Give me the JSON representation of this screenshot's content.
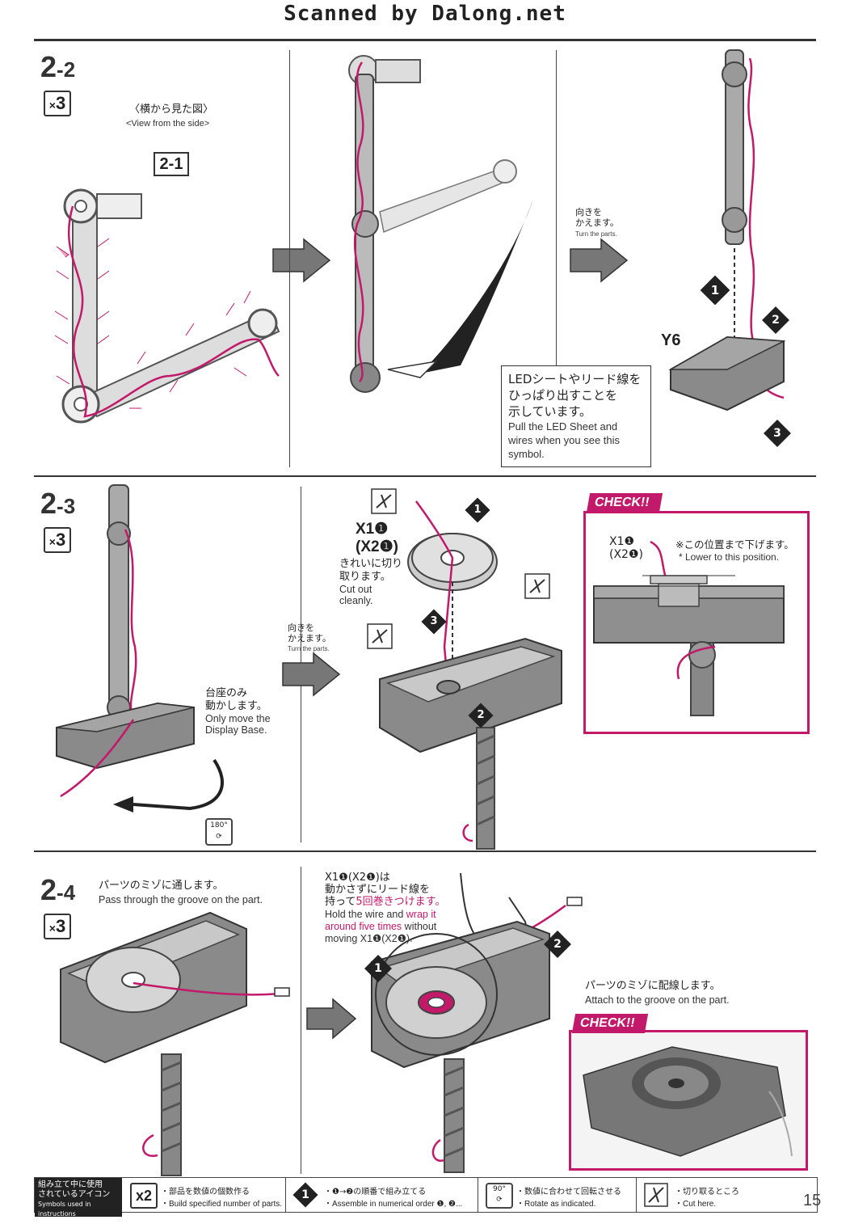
{
  "watermark": "Scanned by Dalong.net",
  "colors": {
    "accent": "#c2196b",
    "parts_grey": "#7a7a7a",
    "ink": "#222222"
  },
  "steps": {
    "s22": {
      "number_main": "2",
      "number_sub": "-2",
      "multiplier": "3",
      "view_jp": "〈横から見た図〉",
      "view_en": "<View from the side>",
      "ref_label": "2-1",
      "turn_jp_1": "向きを",
      "turn_jp_2": "かえます。",
      "turn_en": "Turn the parts.",
      "part_label": "Y6",
      "callout_jp_1": "LEDシートやリード線を",
      "callout_jp_2": "ひっぱり出すことを",
      "callout_jp_3": "示しています。",
      "callout_en_1": "Pull the LED Sheet and",
      "callout_en_2": "wires when you see this",
      "callout_en_3": "symbol.",
      "markers": [
        "1",
        "2",
        "3"
      ]
    },
    "s23": {
      "number_main": "2",
      "number_sub": "-3",
      "multiplier": "3",
      "base_jp_1": "台座のみ",
      "base_jp_2": "動かします。",
      "base_en_1": "Only move the",
      "base_en_2": "Display Base.",
      "rotate_label": "180°",
      "turn_jp_1": "向きを",
      "turn_jp_2": "かえます。",
      "turn_en": "Turn the parts.",
      "part_x1": "X1❶",
      "part_x2": "(X2❶)",
      "cut_jp_1": "きれいに切り",
      "cut_jp_2": "取ります。",
      "cut_en_1": "Cut out",
      "cut_en_2": "cleanly.",
      "check_tag": "CHECK!!",
      "check_x1": "X1❶",
      "check_x2": "(X2❶)",
      "check_jp": "※この位置まで下げます。",
      "check_en": "* Lower to this position.",
      "markers": [
        "1",
        "2",
        "3"
      ]
    },
    "s24": {
      "number_main": "2",
      "number_sub": "-4",
      "multiplier": "3",
      "groove_jp": "パーツのミゾに通します。",
      "groove_en": "Pass through the groove on the part.",
      "wrap_jp_1": "X1❶(X2❶)は",
      "wrap_jp_2": "動かさずにリード線を",
      "wrap_jp_3a": "持って",
      "wrap_jp_3b": "5回巻きつけます。",
      "wrap_en_1a": "Hold the wire and ",
      "wrap_en_1b": "wrap it",
      "wrap_en_2a": "around five times",
      "wrap_en_2b": " without",
      "wrap_en_3": "moving X1❶(X2❶).",
      "attach_jp": "パーツのミゾに配線します。",
      "attach_en": "Attach to the groove on the part.",
      "check_tag": "CHECK!!",
      "markers": [
        "1",
        "2"
      ]
    }
  },
  "footer": {
    "legend_jp_1": "組み立て中に使用",
    "legend_jp_2": "されているアイコン",
    "legend_en": "Symbols used in instructions",
    "items": [
      {
        "icon": "x2",
        "jp": "・部品を数値の個数作る",
        "en": "・Build specified number of parts."
      },
      {
        "icon": "1",
        "jp": "・❶→❷の順番で組み立てる",
        "en": "・Assemble in numerical order ❶, ❷..."
      },
      {
        "icon": "90°",
        "jp": "・数値に合わせて回転させる",
        "en": "・Rotate as indicated."
      },
      {
        "icon": "cut-icon",
        "jp": "・切り取るところ",
        "en": "・Cut here."
      }
    ],
    "page_number": "15"
  }
}
